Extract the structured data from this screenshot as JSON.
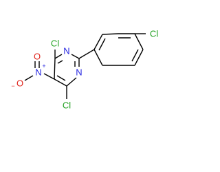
{
  "molecule": {
    "atoms": {
      "cl_top_left": "Cl",
      "cl_bottom": "Cl",
      "cl_para": "Cl",
      "n_upper": "N",
      "n_lower": "N",
      "nitro_n": "N",
      "nitro_n_charge": "+",
      "nitro_o_upper": "O",
      "nitro_o_left": "O",
      "nitro_o_left_charge": "−"
    },
    "colors": {
      "chlorine": "#1fa01f",
      "nitrogen": "#2424e0",
      "oxygen": "#e0241c",
      "bond": "#000000"
    }
  }
}
